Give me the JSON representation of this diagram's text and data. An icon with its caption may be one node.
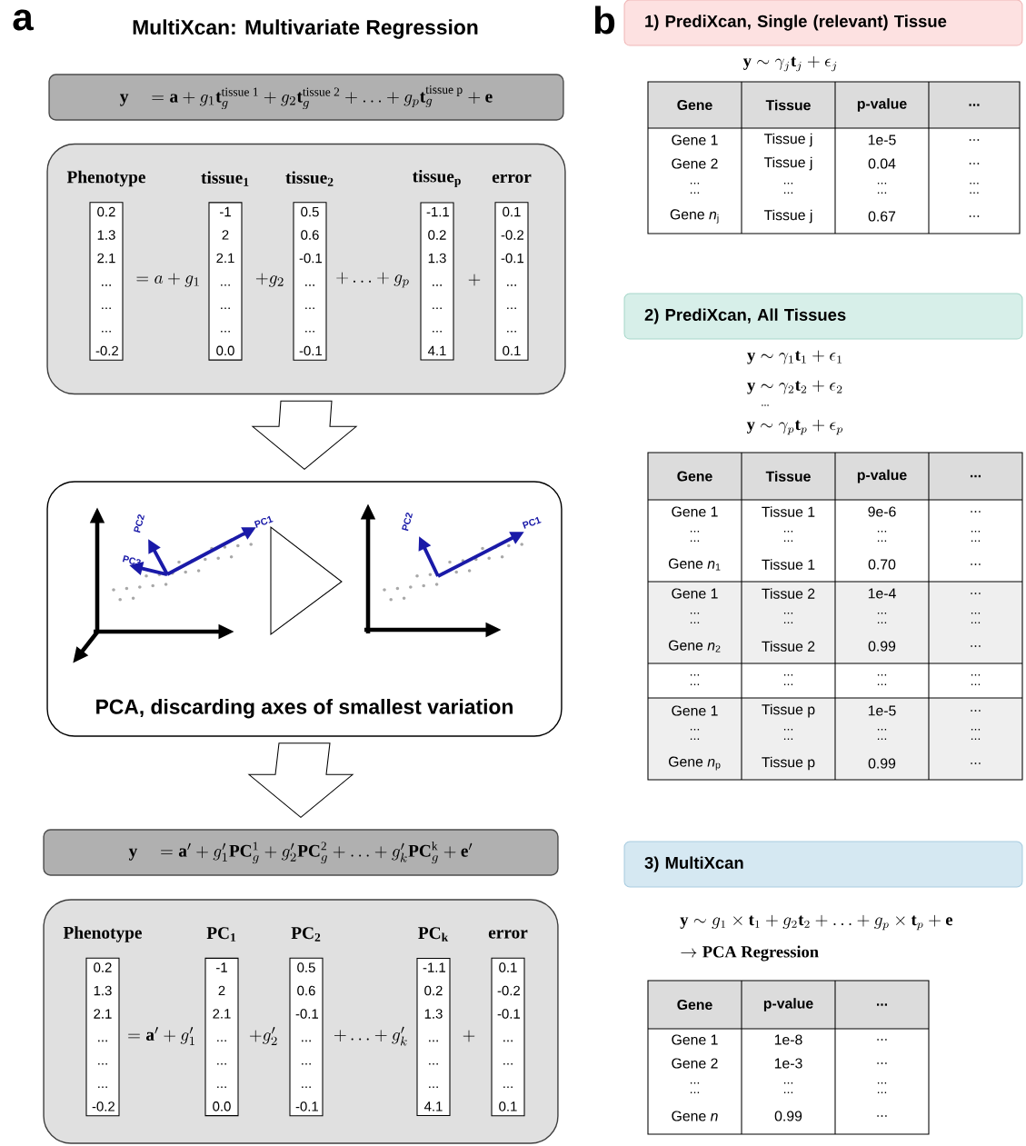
{
  "diagram": {
    "title": "MultiXcan: Multivariate Regression",
    "nodes": [
      {
        "text": [
          "\\mathbf{y} \\quad = \\mathbf{a} + g_1\\mathbf{t}_g^{\\text{tissue 1}} + g_2\\mathbf{t}_g^{\\text{tissue 2}} + \\ldots + g_p\\mathbf{t}_g^{\\text{tissue p}} + \\mathbf{e}"
        ]
      },
      {
        "text": [],
        "shape": "box"
      },
      {
        "text": [
          "Phenotype",
          "0.2 1.3 2.1 ... ... ... -0.2"
        ],
        "in": 1
      },
      {
        "text": [
          "tissue$_{1}$",
          "-1 2 2.1 ... ... ... 0.0"
        ],
        "in": 1
      },
      {
        "text": [
          "tissue$_{2}$",
          "0.5 0.6 -0.1 ... ... ... -0.1"
        ],
        "in": 1
      },
      {
        "text": [
          "tissue$_{p}$",
          "-1.1 0.2 1.3 ... ... ... 4.1"
        ],
        "in": 1
      },
      {
        "text": [
          "error",
          "0.1 -0.2 -0.1 ... ... ... 0.1"
        ],
        "in": 1
      },
      {
        "text": [
          "PCA, discarding axes of smallest variation"
        ]
      },
      {
        "text": [
          "\\mathbf{y} \\quad = \\mathbf{a}' + g_1'\\mathbf{PC}_g^{\\text{1}} + g_2'\\mathbf{PC}_g^{\\text{2}} + \\ldots + g_k'\\mathbf{PC}_g^{\\text{k}} + \\mathbf{e}'"
        ]
      },
      {
        "text": [],
        "shape": "box"
      },
      {
        "text": [
          "Phenotype",
          "0.2 1.3 2.1 ... ... ... -0.2"
        ],
        "in": 9
      },
      {
        "text": [
          "PC$_{1}$",
          "-1 2 2.1 ... ... ... 0.0"
        ],
        "in": 9
      },
      {
        "text": [
          "PC$_{2}$",
          "0.5 0.6 -0.1 ... ... ... -0.1"
        ],
        "in": 9
      },
      {
        "text": [
          "PC$_{k}$",
          "-1.1 0.2 1.3 ... ... ... 4.1"
        ],
        "in": 9
      },
      {
        "text": [
          "error",
          "0.1 -0.2 -0.1 ... ... ... 0.1"
        ],
        "in": 9
      },
      {
        "text": [
          "1) PrediXcan, Single (relevant) Tissue"
        ]
      },
      {
        "text": [
          "2) PrediXcan, All Tissues"
        ]
      },
      {
        "text": [
          "3) MultiXcan"
        ]
      }
    ],
    "edges": [
      {
        "from": 1,
        "to": 7,
        "arrow": "to"
      },
      {
        "from": 7,
        "to": 8,
        "arrow": "to"
      }
    ],
    "labels": [
      "a",
      "b",
      "= a + g_1",
      "+ g_2",
      "+ \\ldots + g_p",
      "+",
      "PC3",
      "PC2",
      "PC1",
      "PC2",
      "PC1",
      "= \\mathbf{a}' + g_1'",
      "+ g_2'",
      "+ \\ldots + g_k'",
      "+",
      "\\mathbf{y} \\sim \\gamma_j \\mathbf{t}_j + \\epsilon_j",
      "Gene",
      "Tissue",
      "p-value",
      "...",
      "Gene 1",
      "Tissue j",
      "1e-5",
      "...",
      "Gene 2",
      "Tissue j",
      "0.04",
      "...",
      "... ...",
      "... ...",
      "... ...",
      "... ...",
      "Gene *n*$_{j}$",
      "Tissue j",
      "0.67",
      "...",
      "\\mathbf{y} \\sim \\gamma_1 \\mathbf{t}_1 + \\epsilon_1",
      "\\mathbf{y} \\sim \\gamma_2 \\mathbf{t}_2 + \\epsilon_2",
      "...",
      "\\mathbf{y} \\sim \\gamma_p \\mathbf{t}_p + \\epsilon_p",
      "Gene",
      "Tissue",
      "p-value",
      "...",
      "Gene 1",
      "Tissue 1",
      "9e-6",
      "...",
      "... ...",
      "... ...",
      "... ...",
      "... ...",
      "Gene *n*$_{1}$",
      "Tissue 1",
      "0.70",
      "...",
      "Gene 1",
      "Tissue 2",
      "1e-4",
      "...",
      "... ...",
      "... ...",
      "... ...",
      "... ...",
      "Gene *n*$_{2}$",
      "Tissue 2",
      "0.99",
      "...",
      "... ...",
      "... ...",
      "... ...",
      "... ...",
      "Gene 1",
      "Tissue p",
      "1e-5",
      "...",
      "... ...",
      "... ...",
      "... ...",
      "... ...",
      "Gene *n*$_{p}$",
      "Tissue p",
      "0.99",
      "...",
      "\\mathbf{y} \\sim g_1 \\times \\mathbf{t}_1 + g_2\\mathbf{t}_2 + \\ldots + g_p \\times \\mathbf{t}_p + \\mathbf{e}",
      "\\rightarrow \\textbf{PCA Regression}",
      "Gene",
      "p-value",
      "...",
      "Gene 1",
      "1e-8",
      "...",
      "Gene 2",
      "1e-3",
      "...",
      "... ...",
      "... ...",
      "... ...",
      "Gene *n*",
      "0.99",
      "..."
    ]
  }
}
